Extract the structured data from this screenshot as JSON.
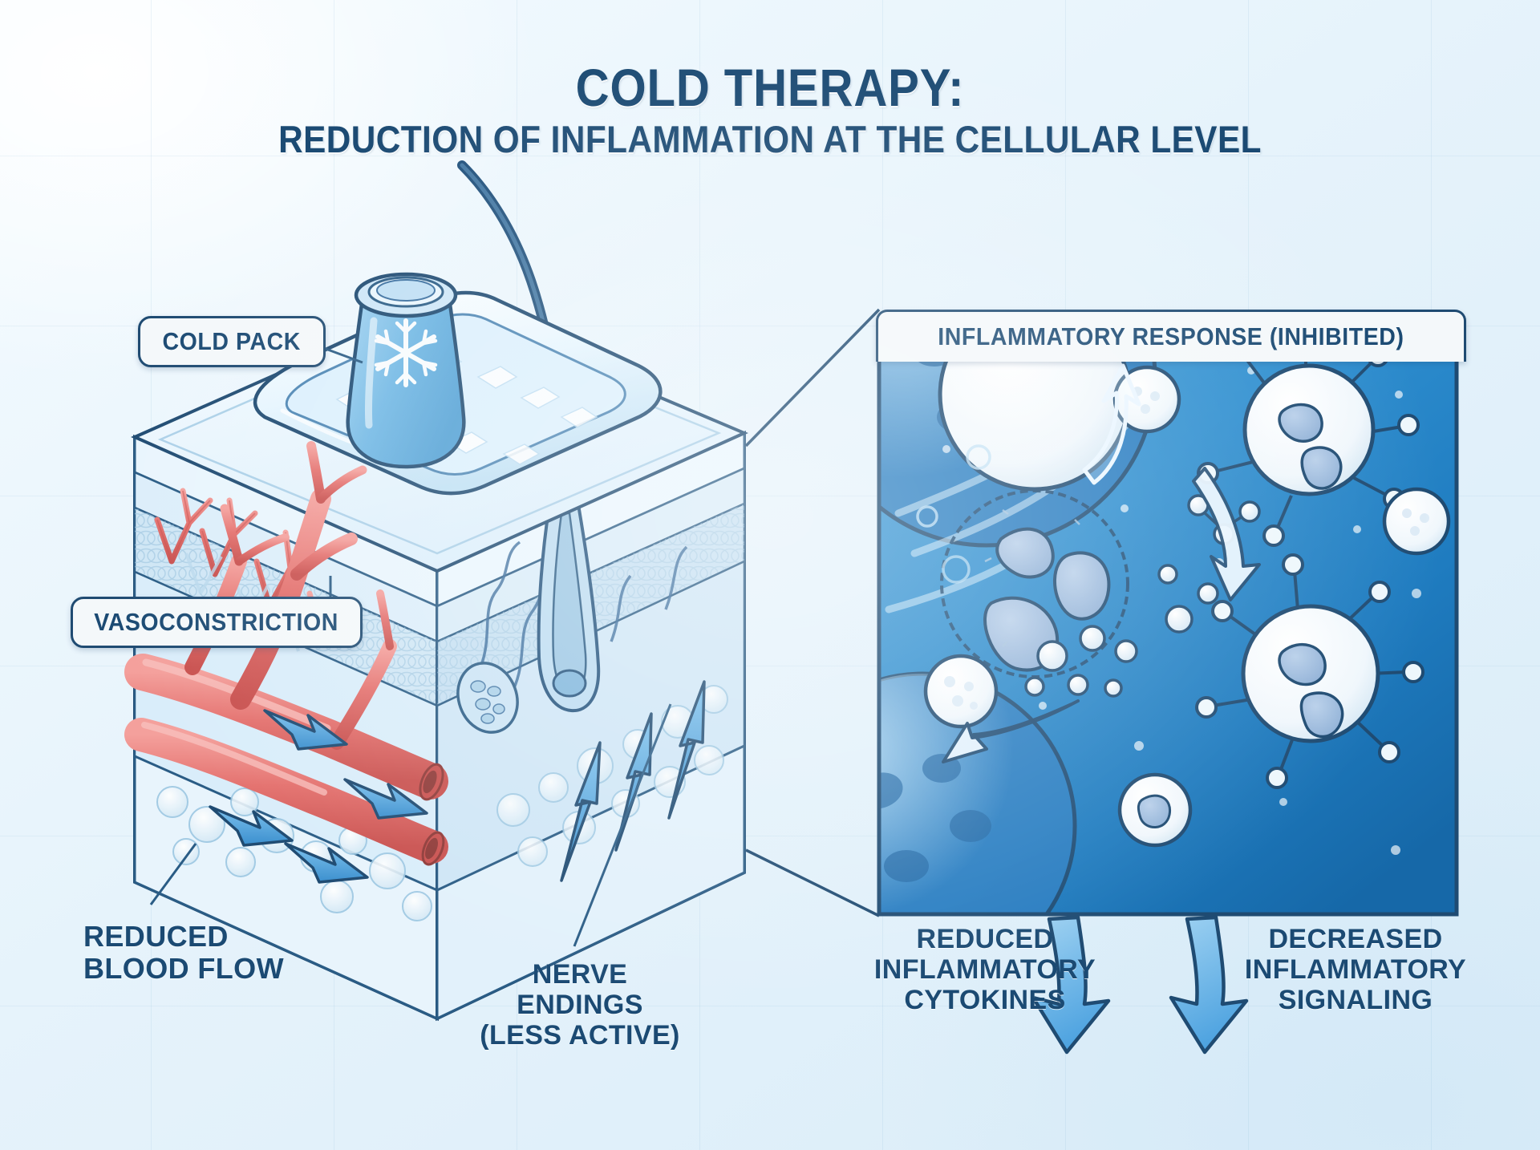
{
  "header": {
    "title": "COLD THERAPY:",
    "subtitle": "REDUCTION OF INFLAMMATION AT THE CELLULAR LEVEL"
  },
  "colors": {
    "navy": "#1b4a73",
    "outline": "#1f4b72",
    "arrow_blue": "#4ea3e0",
    "arrow_blue_dark": "#2b7fc4",
    "vessel_red": "#e4716e",
    "vessel_red_dark": "#c9514f",
    "panel_blue": "#2f8fd0",
    "panel_blue_dark": "#1668a8",
    "skin_light": "#dceefa",
    "background": "#eaf4fb",
    "pill_fill": "#f4f8fa"
  },
  "left_diagram": {
    "name": "skin-cross-section",
    "cold_pack_label": "COLD PACK",
    "vasoconstriction_label": "VASOCONSTRICTION",
    "reduced_blood_flow_label": "REDUCED\nBLOOD FLOW",
    "reduced_blood_flow_lines": [
      "REDUCED",
      "BLOOD FLOW"
    ],
    "nerve_endings_lines": [
      "NERVE ENDINGS",
      "(LESS ACTIVE)"
    ],
    "icon": "snowflake-icon",
    "elements": [
      "cold-pack-ice-bag",
      "epidermis-layer",
      "dermis-layer",
      "hypodermis-fat-layer",
      "hair-follicle",
      "blood-vessels",
      "nerve-endings",
      "blood-flow-arrows",
      "nerve-signal-arrows"
    ]
  },
  "right_panel": {
    "name": "cellular-inset",
    "header_label": "INFLAMMATORY RESPONSE (INHIBITED)",
    "reduced_cytokines_lines": [
      "REDUCED",
      "INFLAMMATORY",
      "CYTOKINES"
    ],
    "decreased_signaling_lines": [
      "DECREASED",
      "INFLAMMATORY",
      "SIGNALING"
    ],
    "elements": [
      "leukocyte-white-blood-cell",
      "macrophage-cell",
      "cytokine-molecules",
      "inhibition-arrows",
      "ice-crystal-particles"
    ]
  }
}
